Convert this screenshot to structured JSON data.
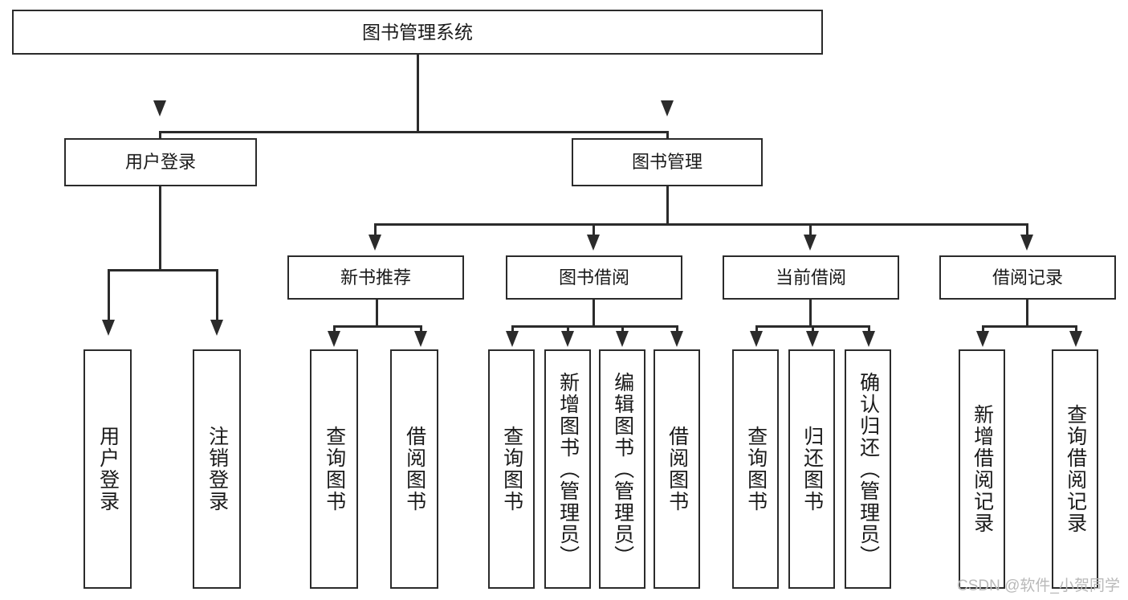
{
  "diagram": {
    "type": "tree-hierarchy-chart",
    "title": "图书管理系统",
    "colors": {
      "box_border": "#2b2b2b",
      "box_fill": "#ffffff",
      "connector": "#2b2b2b",
      "text": "#1a1a1a",
      "watermark": "#b9b9b9",
      "background": "#ffffff"
    },
    "root": {
      "label": "图书管理系统"
    },
    "level1": [
      {
        "label": "用户登录"
      },
      {
        "label": "图书管理"
      }
    ],
    "level2": [
      {
        "label": "新书推荐"
      },
      {
        "label": "图书借阅"
      },
      {
        "label": "当前借阅"
      },
      {
        "label": "借阅记录"
      }
    ],
    "leaves": [
      {
        "label": "用户登录"
      },
      {
        "label": "注销登录"
      },
      {
        "label": "查询图书"
      },
      {
        "label": "借阅图书"
      },
      {
        "label": "查询图书"
      },
      {
        "label": "新增图书（管理员）"
      },
      {
        "label": "编辑图书（管理员）"
      },
      {
        "label": "借阅图书"
      },
      {
        "label": "查询图书"
      },
      {
        "label": "归还图书"
      },
      {
        "label": "确认归还（管理员）"
      },
      {
        "label": "新增借阅记录"
      },
      {
        "label": "查询借阅记录"
      }
    ]
  },
  "watermark": {
    "text": "CSDN @软件_小贺同学"
  }
}
